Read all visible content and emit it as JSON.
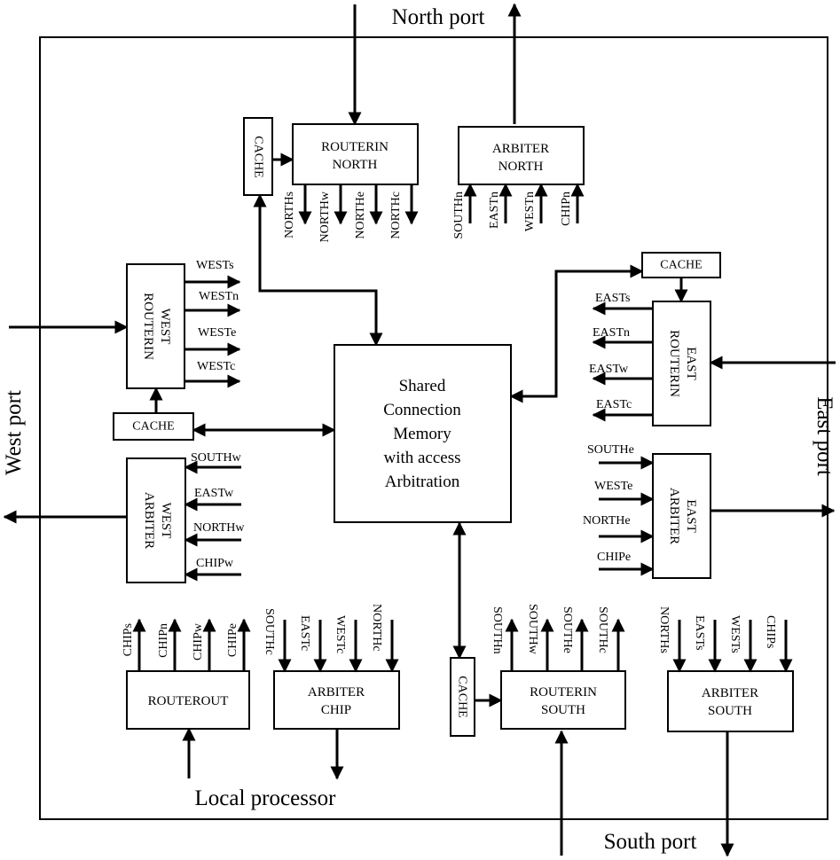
{
  "ports": {
    "north": "North port",
    "south": "South port",
    "east": "East port",
    "west": "West port",
    "local": "Local processor"
  },
  "shared": {
    "line1": "Shared",
    "line2": "Connection",
    "line3": "Memory",
    "line4": "with access",
    "line5": "Arbitration"
  },
  "blocks": {
    "routerin_north": [
      "ROUTERIN",
      "NORTH"
    ],
    "arbiter_north": [
      "ARBITER",
      "NORTH"
    ],
    "routerin_west": [
      "ROUTERIN",
      "WEST"
    ],
    "arbiter_west": [
      "ARBITER",
      "WEST"
    ],
    "routerin_east": [
      "ROUTERIN",
      "EAST"
    ],
    "arbiter_east": [
      "ARBITER",
      "EAST"
    ],
    "routerout": [
      "ROUTEROUT"
    ],
    "arbiter_chip": [
      "ARBITER",
      "CHIP"
    ],
    "routerin_south": [
      "ROUTERIN",
      "SOUTH"
    ],
    "arbiter_south": [
      "ARBITER",
      "SOUTH"
    ],
    "cache": "CACHE"
  },
  "signals": {
    "routerin_north": [
      "NORTHs",
      "NORTHw",
      "NORTHe",
      "NORTHc"
    ],
    "arbiter_north": [
      "SOUTHn",
      "EASTn",
      "WESTn",
      "CHIPn"
    ],
    "routerin_west": [
      "WESTs",
      "WESTn",
      "WESTe",
      "WESTc"
    ],
    "arbiter_west": [
      "SOUTHw",
      "EASTw",
      "NORTHw",
      "CHIPw"
    ],
    "routerin_east": [
      "EASTs",
      "EASTn",
      "EASTw",
      "EASTc"
    ],
    "arbiter_east": [
      "SOUTHe",
      "WESTe",
      "NORTHe",
      "CHIPe"
    ],
    "routerout": [
      "CHIPs",
      "CHIPn",
      "CHIPw",
      "CHIPe"
    ],
    "arbiter_chip": [
      "SOUTHc",
      "EASTc",
      "WESTc",
      "NORTHc"
    ],
    "routerin_south": [
      "SOUTHn",
      "SOUTHw",
      "SOUTHe",
      "SOUTHc"
    ],
    "arbiter_south": [
      "NORTHs",
      "EASTs",
      "WESTs",
      "CHIPs"
    ]
  }
}
